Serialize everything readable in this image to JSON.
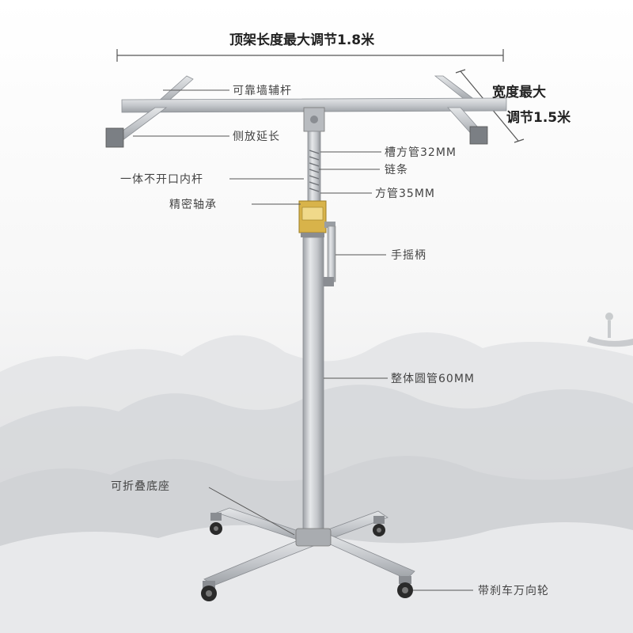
{
  "labels": {
    "top_length": "顶架长度最大调节1.8米",
    "width_line1": "宽度最大",
    "width_line2": "调节1.5米",
    "wall_rod": "可靠墙辅杆",
    "side_ext": "侧放延长",
    "groove_tube": "槽方管32MM",
    "chain": "链条",
    "inner_rod": "一体不开口内杆",
    "square_tube": "方管35MM",
    "bearing": "精密轴承",
    "crank": "手摇柄",
    "round_tube": "整体圆管60MM",
    "fold_base": "可折叠底座",
    "wheels": "带刹车万向轮"
  },
  "colors": {
    "metal": "#c9ccd0",
    "metal_dark": "#9a9ea3",
    "bearing": "#d8b34a",
    "wheel": "#2a2a2a",
    "text": "#333333",
    "line": "#555555"
  }
}
